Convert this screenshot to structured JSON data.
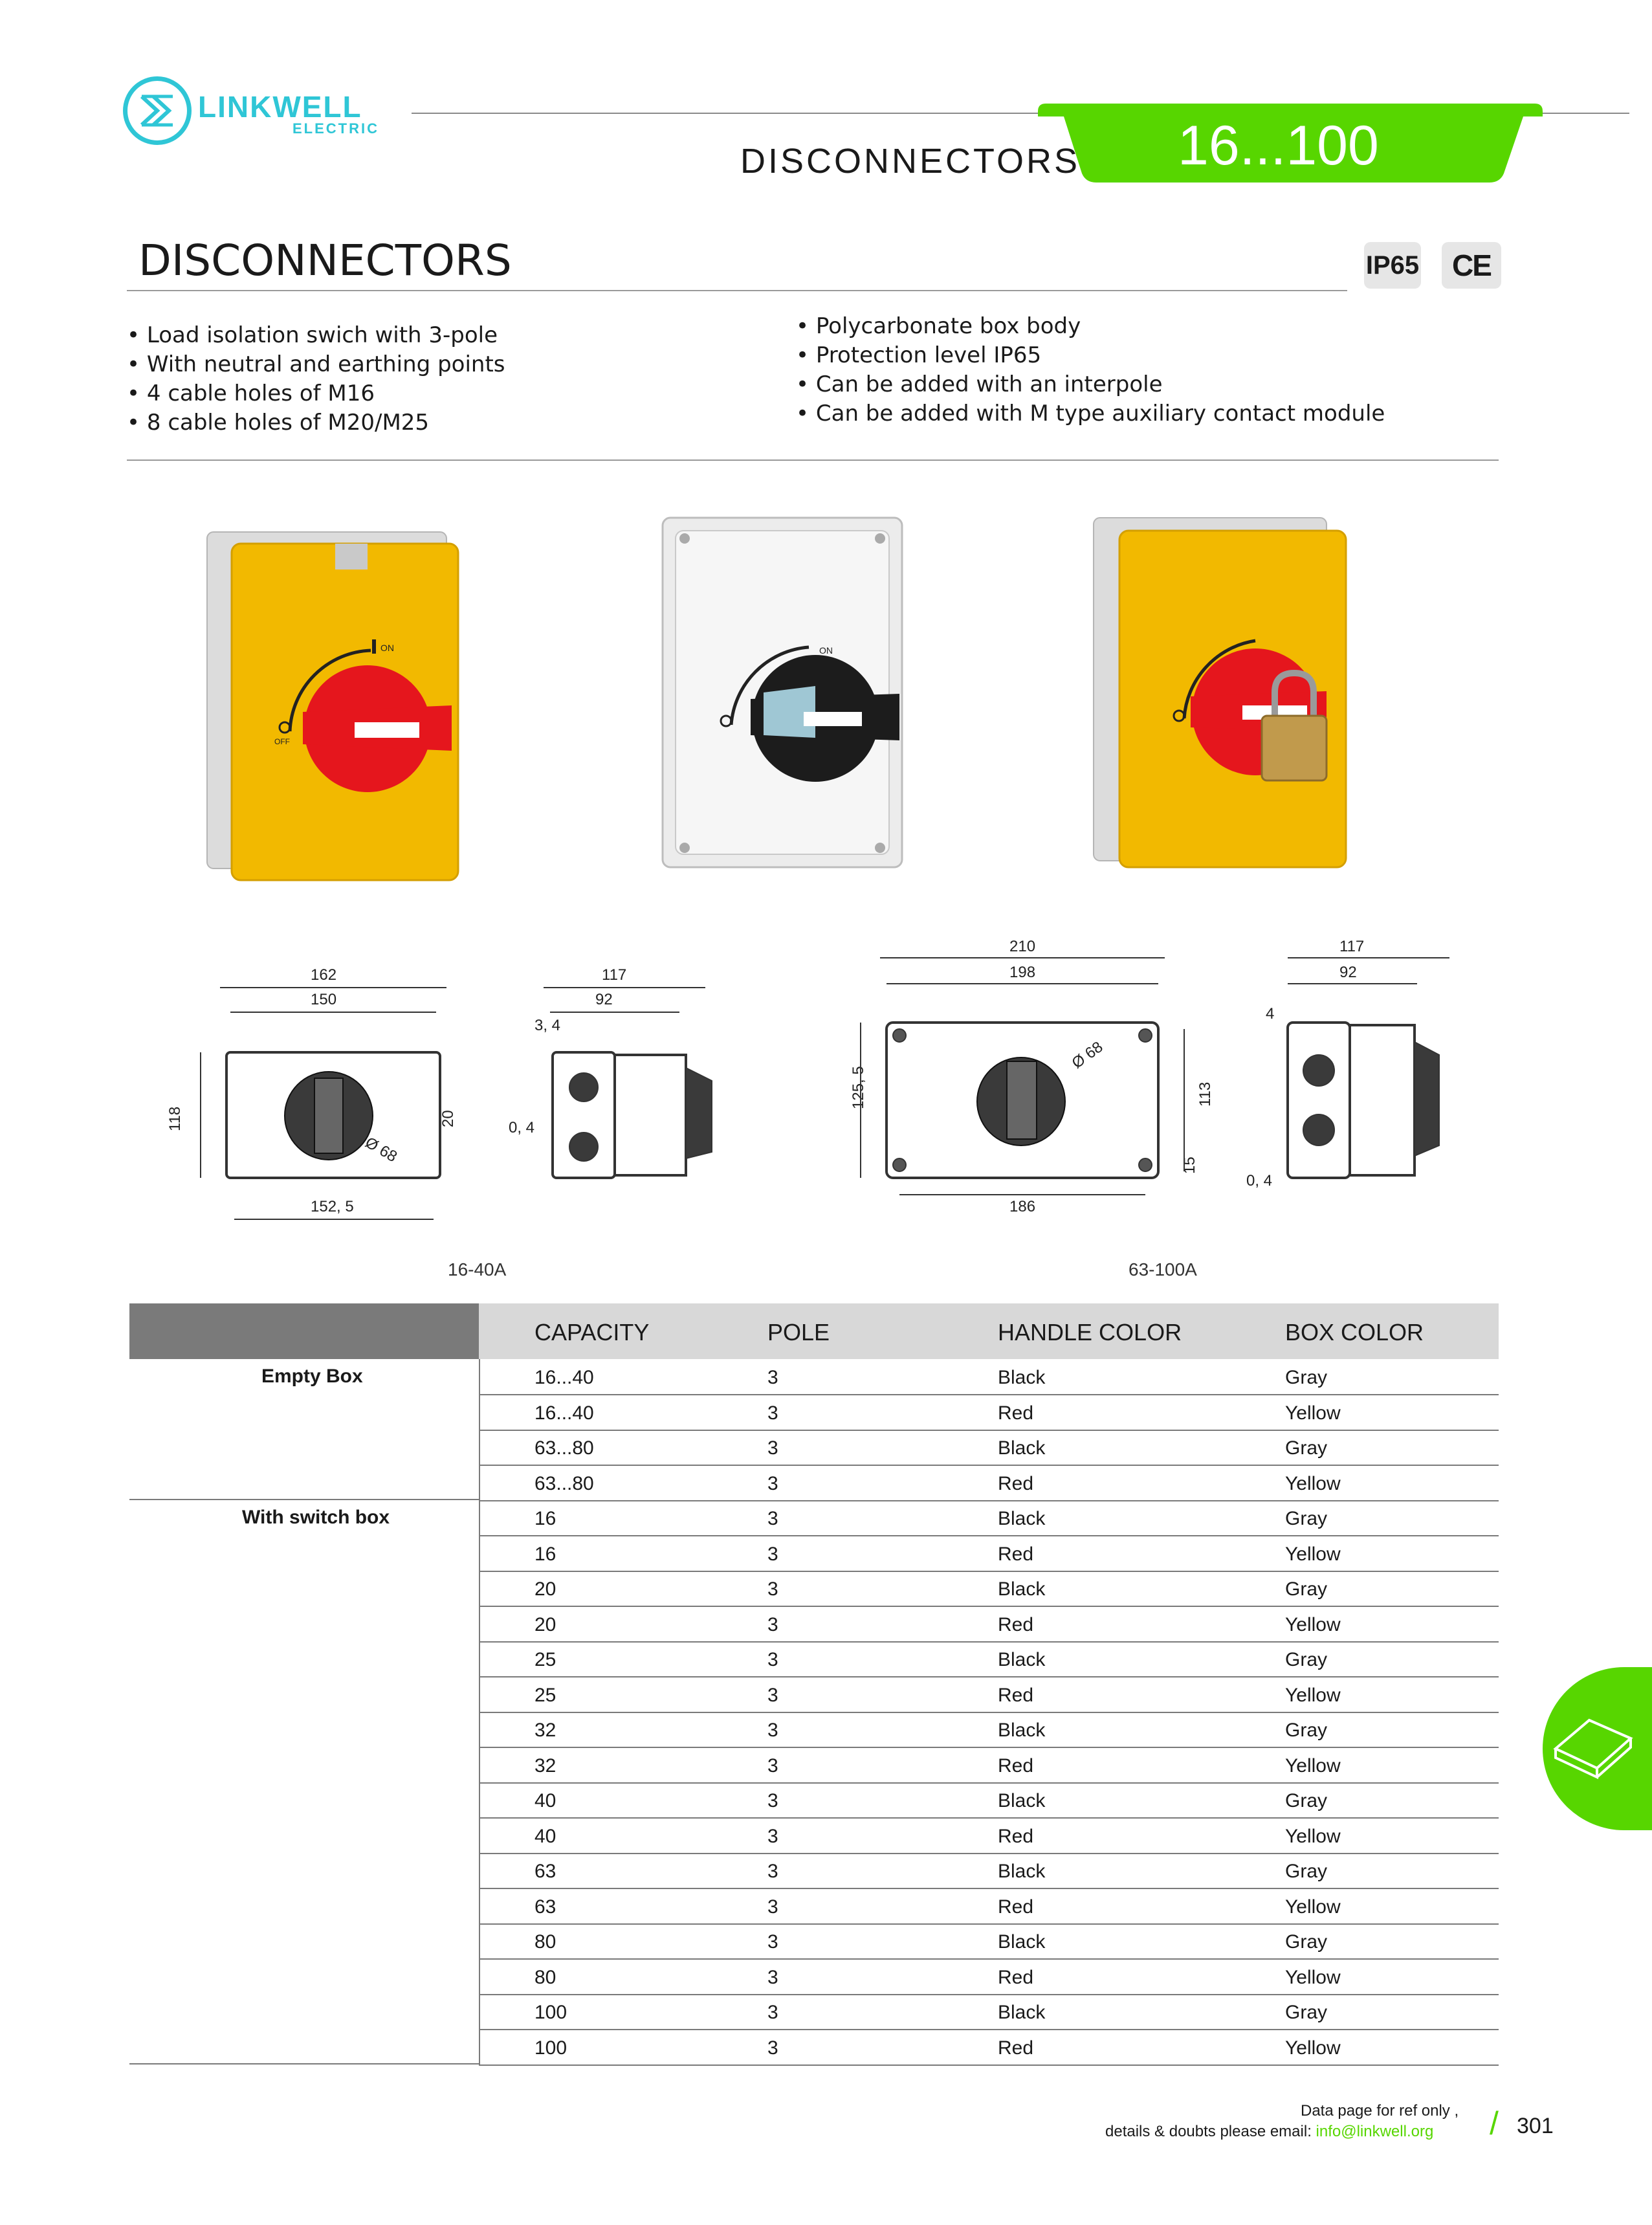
{
  "brand": {
    "name": "LINKWELL",
    "sub": "ELECTRIC"
  },
  "header": {
    "title": "DISCONNECTORS",
    "range": "16...100"
  },
  "section": {
    "title": "DISCONNECTORS",
    "badges": [
      "IP65",
      "CE"
    ]
  },
  "features_left": [
    "Load isolation swich with 3-pole",
    "With neutral and earthing points",
    "4 cable holes of M16",
    "8 cable holes of M20/M25"
  ],
  "features_right": [
    "Polycarbonate box body",
    "Protection level IP65",
    "Can be added with an interpole",
    "Can be added with M type auxiliary contact module"
  ],
  "photo_labels": {
    "on": "ON",
    "off": "OFF"
  },
  "drawing_small": {
    "caption": "16-40A",
    "dims": [
      "162",
      "150",
      "118",
      "20",
      "152, 5",
      "Ø 68",
      "117",
      "92",
      "3, 4",
      "0, 4"
    ]
  },
  "drawing_large": {
    "caption": "63-100A",
    "dims": [
      "210",
      "198",
      "125, 5",
      "113",
      "15",
      "186",
      "Ø 68",
      "117",
      "92",
      "4",
      "0, 4"
    ]
  },
  "table": {
    "headers": [
      "CAPACITY",
      "POLE",
      "HANDLE COLOR",
      "BOX COLOR"
    ],
    "groups": [
      {
        "label": "Empty Box",
        "rows": [
          [
            "16...40",
            "3",
            "Black",
            "Gray"
          ],
          [
            "16...40",
            "3",
            "Red",
            "Yellow"
          ],
          [
            "63...80",
            "3",
            "Black",
            "Gray"
          ],
          [
            "63...80",
            "3",
            "Red",
            "Yellow"
          ]
        ]
      },
      {
        "label": "With switch box",
        "rows": [
          [
            "16",
            "3",
            "Black",
            "Gray"
          ],
          [
            "16",
            "3",
            "Red",
            "Yellow"
          ],
          [
            "20",
            "3",
            "Black",
            "Gray"
          ],
          [
            "20",
            "3",
            "Red",
            "Yellow"
          ],
          [
            "25",
            "3",
            "Black",
            "Gray"
          ],
          [
            "25",
            "3",
            "Red",
            "Yellow"
          ],
          [
            "32",
            "3",
            "Black",
            "Gray"
          ],
          [
            "32",
            "3",
            "Red",
            "Yellow"
          ],
          [
            "40",
            "3",
            "Black",
            "Gray"
          ],
          [
            "40",
            "3",
            "Red",
            "Yellow"
          ],
          [
            "63",
            "3",
            "Black",
            "Gray"
          ],
          [
            "63",
            "3",
            "Red",
            "Yellow"
          ],
          [
            "80",
            "3",
            "Black",
            "Gray"
          ],
          [
            "80",
            "3",
            "Red",
            "Yellow"
          ],
          [
            "100",
            "3",
            "Black",
            "Gray"
          ],
          [
            "100",
            "3",
            "Red",
            "Yellow"
          ]
        ]
      }
    ]
  },
  "footer": {
    "line1": "Data page for ref only ,",
    "line2_prefix": "details & doubts please email: ",
    "email": "info@linkwell.org",
    "slash": "/",
    "page": "301"
  },
  "colors": {
    "accent_green": "#57d600",
    "brand_cyan": "#2fc6d6",
    "yellow": "#f2b900",
    "red": "#e5161d"
  }
}
